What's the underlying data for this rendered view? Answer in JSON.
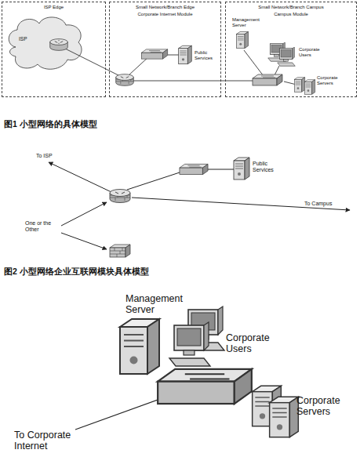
{
  "diagram": {
    "nodes": [
      {
        "text": [
          "ISP Edge"
        ]
      },
      {
        "text": [
          "ISP"
        ],
        "in": 0
      },
      {
        "text": [
          "Small Network/Branch Edge",
          "Corporate Internet Module"
        ]
      },
      {
        "text": [
          "Public Services"
        ],
        "in": 2
      },
      {
        "text": [
          "Small Network/Branch Campus",
          "Campus Module"
        ]
      },
      {
        "text": [
          "Management Server"
        ],
        "in": 4
      },
      {
        "text": [
          "Corporate Users"
        ],
        "in": 4
      },
      {
        "text": [
          "Corporate Servers"
        ],
        "in": 4
      },
      {
        "text": [
          "Public Services"
        ]
      },
      {
        "text": [
          "Management Server"
        ]
      },
      {
        "text": [
          "Corporate Users"
        ]
      },
      {
        "text": [
          "Corporate Servers"
        ]
      }
    ],
    "labels": [
      "图1 小型网络的具体模型",
      "To ISP",
      "To Campus",
      "One or the Other",
      "图2 小型网络企业互联网模块具体模型",
      "To Corporate Internet"
    ]
  }
}
